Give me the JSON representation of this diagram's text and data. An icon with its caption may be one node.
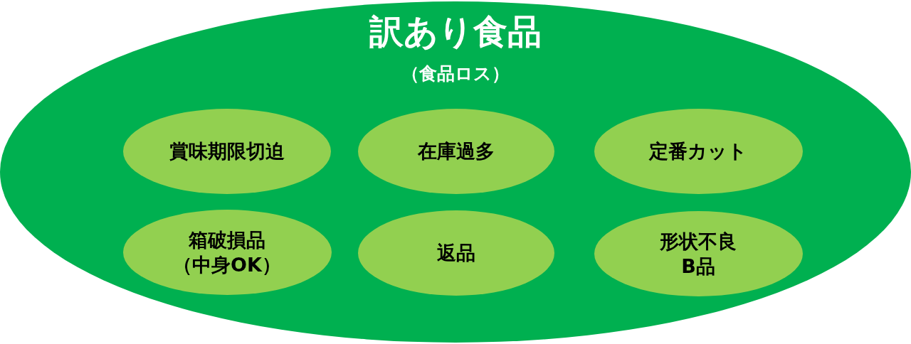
{
  "diagram": {
    "nodes": [
      {
        "text": [
          "訳あり食品",
          "（食品ロス）"
        ]
      },
      {
        "text": [
          "賞味期限切迫"
        ],
        "in": 0
      },
      {
        "text": [
          "在庫過多"
        ],
        "in": 0
      },
      {
        "text": [
          "定番カット"
        ],
        "in": 0
      },
      {
        "text": [
          "箱破損品（中身OK）"
        ],
        "in": 0
      },
      {
        "text": [
          "返品"
        ],
        "in": 0
      },
      {
        "text": [
          "形状不良B品"
        ],
        "in": 0
      }
    ]
  }
}
